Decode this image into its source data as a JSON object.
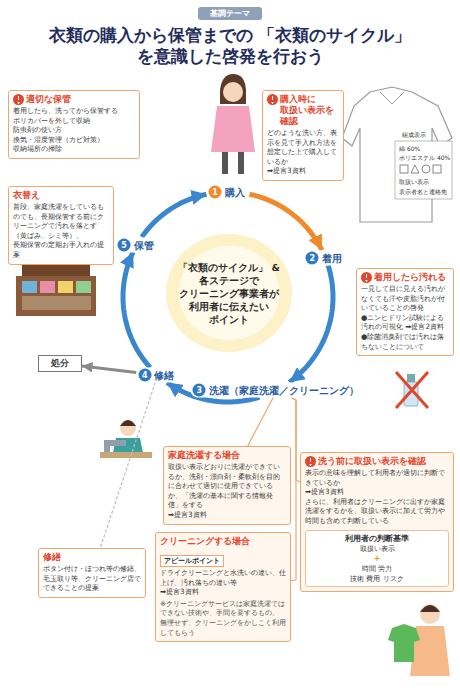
{
  "diagram": {
    "title": "衣類の購入から保管までの 「衣類のサイクル」を意識した啓発を行おう",
    "nodes": [
      {
        "text": [
          "基調テーマ"
        ]
      },
      {
        "text": [
          "適切な保管",
          "着用したら、洗ってから保管する",
          "ポリカバーを外して収納",
          "防虫剤の使い方",
          "換気・湿度管理（カビ対策）",
          "収納場所の掃除"
        ]
      },
      {
        "text": [
          "購入時に 取扱い表示を確認",
          "どのような洗い方、表示を見て手入れ方法を想定した上で購入しているか",
          "➡提言3資料"
        ]
      },
      {
        "text": [
          "1",
          "購入"
        ]
      },
      {
        "text": [
          "衣替え",
          "普段、家庭洗濯をしているものでも、長期保管する前にクリーニングで汚れを落とす（黄ばみ、シミ等）。",
          "長期保管の定期お手入れの提案"
        ]
      },
      {
        "text": [
          "5",
          "保管"
        ]
      },
      {
        "text": [
          "2",
          "着用"
        ]
      },
      {
        "text": [
          "「衣類のサイクル」 & 各ステージで クリーニング事業者が 利用者に伝えたい ポイント"
        ]
      },
      {
        "text": [
          "着用したら汚れる",
          "一見して目に見える汚れがなくても汗や皮脂汚れが付いていることの啓発",
          "●ニンヒドリン試験による汚れの可視化 ➡提言2資料",
          "●除菌消臭剤では汚れは落ちないことについて"
        ]
      },
      {
        "text": [
          "処分"
        ]
      },
      {
        "text": [
          "4",
          "修繕"
        ]
      },
      {
        "text": [
          "3",
          "洗濯（家庭洗濯／クリーニング）"
        ]
      },
      {
        "text": [
          "家庭洗濯する場合",
          "取扱い表示どおりに洗濯ができているか、洗剤・漂白剤・柔軟剤を目的に合わせて適切に使用できているか、「洗濯の基本に関する情報発信」をする",
          "➡提言3資料"
        ]
      },
      {
        "text": [
          "洗う前に取扱い表示を確認",
          "表示の意味を理解して利用者が適切に判断できているか",
          "➡提言3資料",
          "さらに、利用者はクリーニングに出すか家庭洗濯をするかを、取扱い表示に加えて労力や時間も含めて判断している"
        ]
      },
      {
        "text": [
          "利用者の判断基準",
          "取扱い表示",
          "+",
          "時間 労力",
          "技術 費用 リスク"
        ],
        "in": 13
      },
      {
        "text": [
          "クリーニングする場合",
          "ドライクリーニングと水洗いの違い、仕上げ、汚れ落ちの違い等",
          "➡提言3資料",
          "※クリーニングサービスは家庭洗濯ではできない技術や、手間を要するもの。 無理せず、クリーニングをかしこく利用してもらう"
        ]
      },
      {
        "text": [
          "アピールポイント"
        ],
        "in": 15
      },
      {
        "text": [
          "修繕",
          "ボタン付け・ほつれ等の修繕、毛玉取り等、クリーニング店でできることの提案"
        ]
      }
    ],
    "edges": [
      {
        "from": 3,
        "to": 6,
        "arrow": "to"
      },
      {
        "from": 6,
        "to": 11,
        "arrow": "to"
      },
      {
        "from": 11,
        "to": 10,
        "arrow": "to"
      },
      {
        "from": 10,
        "to": 5,
        "arrow": "to"
      },
      {
        "from": 5,
        "to": 3,
        "arrow": "to"
      },
      {
        "from": 10,
        "to": 9,
        "arrow": "to"
      },
      {
        "from": 11,
        "to": 12,
        "arrow": "none"
      },
      {
        "from": 11,
        "to": 15,
        "arrow": "none"
      },
      {
        "from": 11,
        "to": 13,
        "arrow": "none"
      },
      {
        "from": 10,
        "to": 17,
        "arrow": "none"
      }
    ],
    "labels": [
      "組成表示",
      "綿 60%",
      "ポリエステル 40%",
      "取扱い表示",
      "表示者名と連絡先"
    ]
  }
}
